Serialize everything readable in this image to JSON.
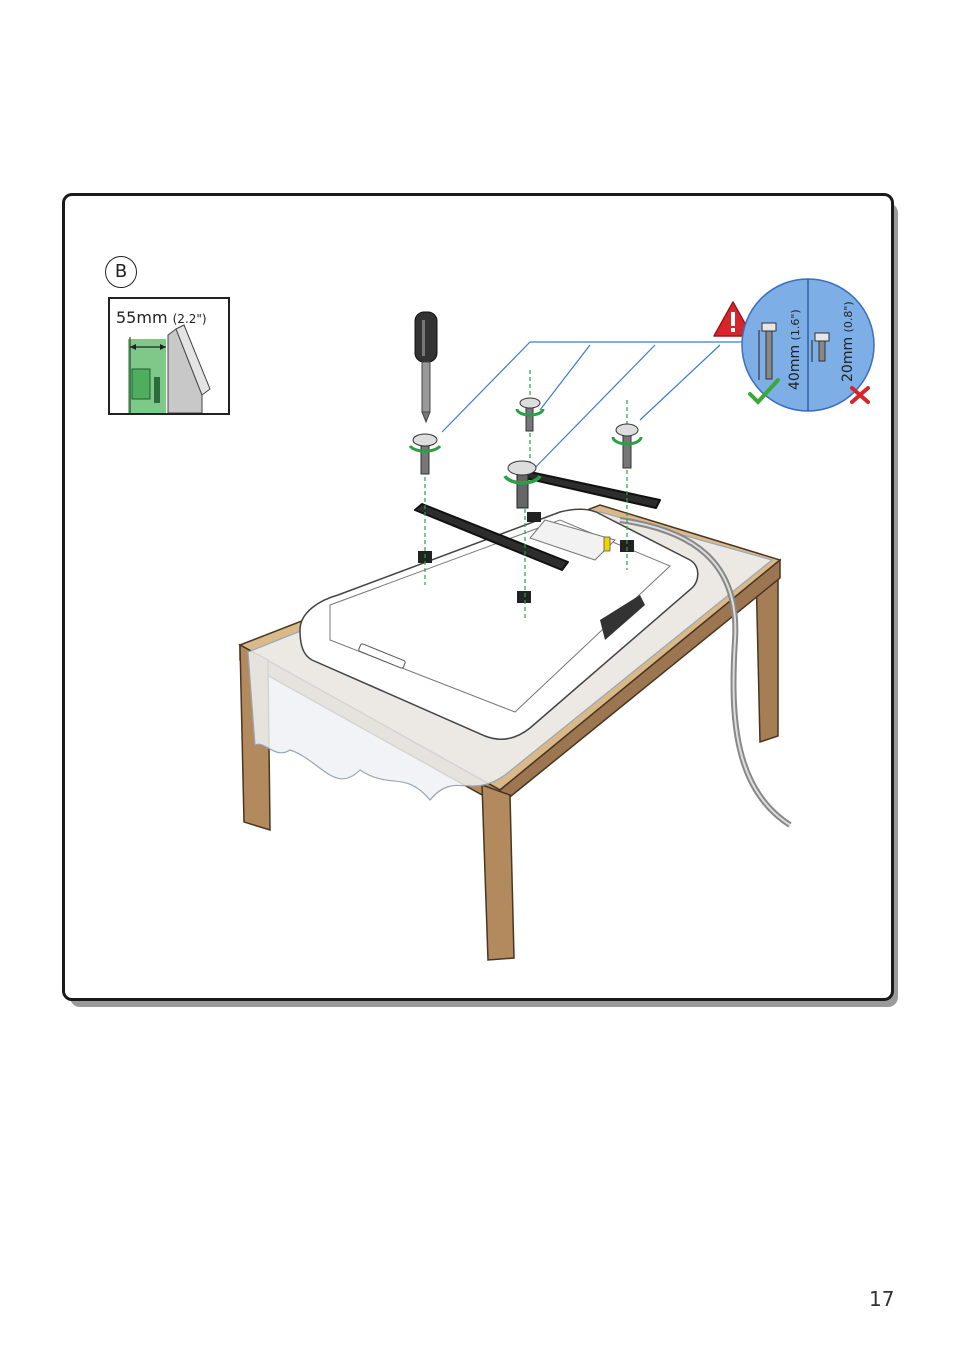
{
  "step": {
    "label": "B"
  },
  "inset": {
    "measurement": "55mm",
    "measurement_imperial": "(2.2\")"
  },
  "screw_compare": {
    "correct_length": "40mm",
    "correct_length_imperial": "(1.6\")",
    "wrong_length": "20mm",
    "wrong_length_imperial": "(0.8\")"
  },
  "icons": [
    "step-badge",
    "warning-icon",
    "screwdriver-icon",
    "check-icon",
    "cross-icon",
    "screw-icon",
    "rotate-arrow-icon"
  ],
  "colors": {
    "accent_blue": "#4a90d9",
    "warning_red": "#d7262b",
    "check_green": "#3aa935",
    "table_wood": "#b38a5e"
  },
  "footer": {
    "page_number": "17"
  }
}
